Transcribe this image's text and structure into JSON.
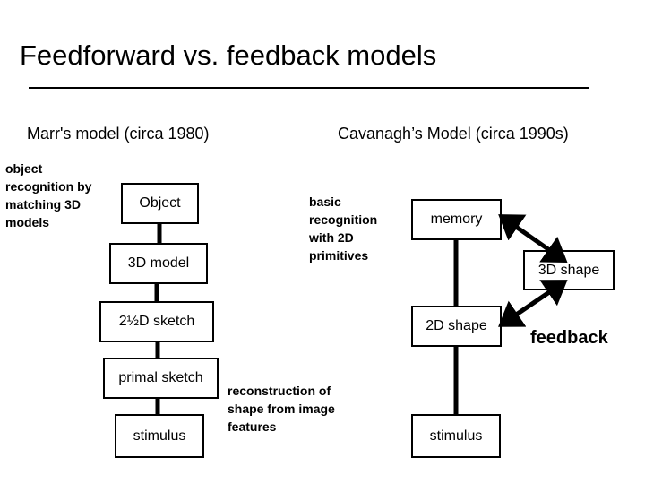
{
  "slide": {
    "title": "Feedforward vs. feedback models",
    "columns": {
      "left_heading": "Marr's model (circa 1980)",
      "right_heading": "Cavanagh’s Model (circa 1990s)"
    },
    "annotations": {
      "marr_description": "object\nrecognition by\nmatching 3D\nmodels",
      "cavanagh_description": "basic\nrecognition\nwith 2D\nprimitives",
      "reconstruction_caption": "reconstruction of\nshape from image\nfeatures",
      "feedback_label": "feedback"
    },
    "left_model": {
      "nodes": [
        {
          "id": "object",
          "label": "Object"
        },
        {
          "id": "3d-model",
          "label": "3D model"
        },
        {
          "id": "two-half-d",
          "label": "2½D sketch"
        },
        {
          "id": "primal-sketch",
          "label": "primal sketch"
        },
        {
          "id": "stimulus",
          "label": "stimulus"
        }
      ],
      "flow": "bottom-up feedforward"
    },
    "right_model": {
      "nodes": [
        {
          "id": "memory",
          "label": "memory"
        },
        {
          "id": "3d-shape",
          "label": "3D shape"
        },
        {
          "id": "2d-shape",
          "label": "2D shape"
        },
        {
          "id": "stimulus",
          "label": "stimulus"
        }
      ],
      "flow": "bidirectional feedback"
    },
    "colors": {
      "ink": "#000000",
      "background": "#ffffff"
    }
  }
}
